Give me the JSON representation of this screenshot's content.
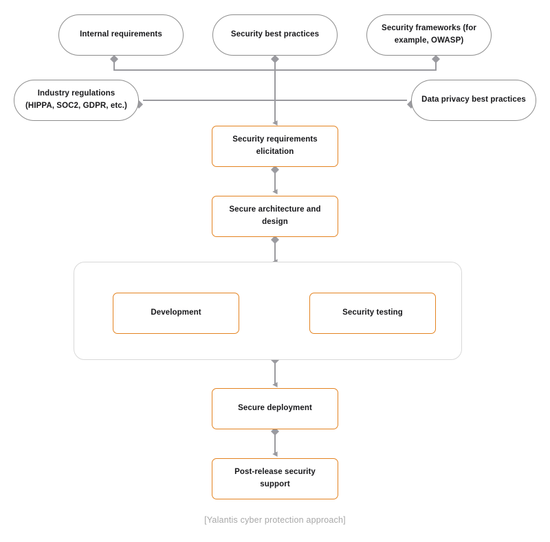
{
  "diagram": {
    "caption": "[Yalantis cyber protection approach]",
    "colors": {
      "stage_border": "#e3821f",
      "pill_border": "#8c8c8c",
      "connector": "#8c8c8c",
      "group_border": "#d8d8d8",
      "text": "#17171a",
      "caption_text": "#a8a8a8",
      "background": "#ffffff"
    },
    "inputs": [
      {
        "id": "internal-requirements",
        "label": "Internal requirements"
      },
      {
        "id": "security-best-practices",
        "label": "Security best practices"
      },
      {
        "id": "security-frameworks",
        "label": "Security frameworks (for example, OWASP)"
      },
      {
        "id": "industry-regulations",
        "label": "Industry regulations (HIPPA, SOC2, GDPR, etc.)"
      },
      {
        "id": "data-privacy",
        "label": "Data privacy best practices"
      }
    ],
    "stages": [
      {
        "id": "security-requirements-elicitation",
        "label": "Security requirements elicitation"
      },
      {
        "id": "secure-architecture-and-design",
        "label": "Secure architecture and design"
      },
      {
        "id": "development",
        "label": "Development"
      },
      {
        "id": "security-testing",
        "label": "Security testing"
      },
      {
        "id": "secure-deployment",
        "label": "Secure deployment"
      },
      {
        "id": "post-release-security-support",
        "label": "Post-release security support"
      }
    ],
    "group": {
      "id": "iterative-development-group",
      "label": ""
    },
    "flow": [
      {
        "from": "internal-requirements",
        "to": "security-requirements-elicitation"
      },
      {
        "from": "security-best-practices",
        "to": "security-requirements-elicitation"
      },
      {
        "from": "security-frameworks",
        "to": "security-requirements-elicitation"
      },
      {
        "from": "industry-regulations",
        "to": "security-requirements-elicitation"
      },
      {
        "from": "data-privacy",
        "to": "security-requirements-elicitation"
      },
      {
        "from": "security-requirements-elicitation",
        "to": "secure-architecture-and-design"
      },
      {
        "from": "secure-architecture-and-design",
        "to": "iterative-development-group"
      },
      {
        "from": "development",
        "to": "security-testing"
      },
      {
        "from": "security-testing",
        "to": "development"
      },
      {
        "from": "iterative-development-group",
        "to": "secure-deployment"
      },
      {
        "from": "secure-deployment",
        "to": "post-release-security-support"
      }
    ]
  }
}
